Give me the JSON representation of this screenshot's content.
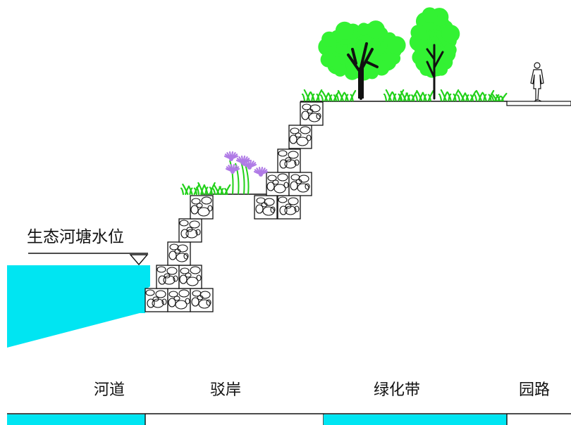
{
  "water_level_label": "生态河塘水位",
  "zones": [
    {
      "label": "河道",
      "bar": true
    },
    {
      "label": "驳岸",
      "bar": false
    },
    {
      "label": "绿化带",
      "bar": true
    },
    {
      "label": "园路",
      "bar": false
    }
  ],
  "colors": {
    "water": "#00e5f2",
    "grass": "#22d11a",
    "tree_canopy": "#33f233",
    "tree_trunk": "#111111",
    "flower": "#b07be6",
    "stone_fill": "#ffffff",
    "stone_outline": "#111111",
    "line": "#111111"
  },
  "icons": [
    "gabion-stone-block",
    "tree",
    "grass",
    "flower",
    "person",
    "water-level-marker"
  ]
}
